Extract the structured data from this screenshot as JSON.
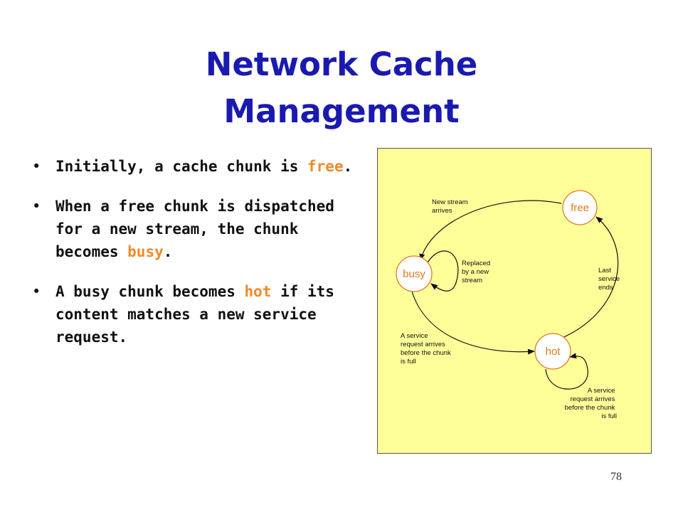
{
  "slide": {
    "title_line1": "Network Cache",
    "title_line2": "Management",
    "page_number": "78",
    "accent_color": "#f08a28",
    "title_color": "#1a1ab0"
  },
  "bullets": [
    {
      "before": "Initially, a cache chunk is ",
      "highlight": "free",
      "after": "."
    },
    {
      "before": "When a free chunk is dispatched for a new stream, the chunk becomes ",
      "highlight": "busy",
      "after": "."
    },
    {
      "before": "A busy chunk becomes ",
      "highlight": "hot",
      "after": " if its content matches a new service request."
    }
  ],
  "diagram": {
    "background": "#ffff99",
    "states": {
      "free": "free",
      "busy": "busy",
      "hot": "hot"
    },
    "edges": {
      "free_to_busy": [
        "New stream",
        "arrives"
      ],
      "busy_self": [
        "Replaced",
        "by a new",
        "stream"
      ],
      "hot_to_free": [
        "Last",
        "service",
        "ends"
      ],
      "busy_to_hot": [
        "A service",
        "request arrives",
        "before the chunk",
        "is full"
      ],
      "hot_self": [
        "A service",
        "request arrives",
        "before the chunk",
        "is full"
      ]
    }
  }
}
